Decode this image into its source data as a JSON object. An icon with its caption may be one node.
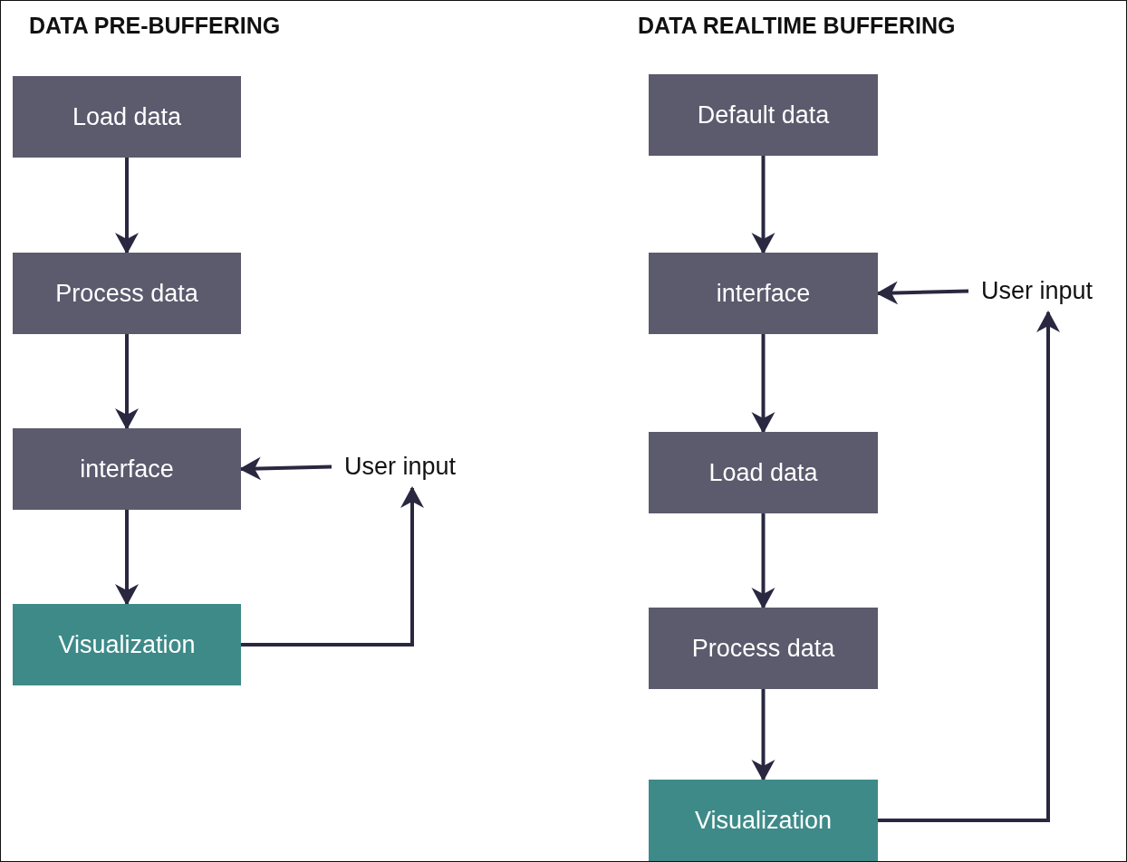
{
  "diagram": {
    "nodes": [
      {
        "text": [
          "Load data"
        ]
      },
      {
        "text": [
          "Process data"
        ]
      },
      {
        "text": [
          "interface"
        ]
      },
      {
        "text": [
          "User input"
        ]
      },
      {
        "text": [
          "Visualization"
        ]
      },
      {
        "text": [
          "Default data"
        ]
      },
      {
        "text": [
          "interface"
        ]
      },
      {
        "text": [
          "User input"
        ]
      },
      {
        "text": [
          "Load data"
        ]
      },
      {
        "text": [
          "Process data"
        ]
      },
      {
        "text": [
          "Visualization"
        ]
      }
    ],
    "edges": [
      {
        "from": 0,
        "to": 1,
        "arrow": "to"
      },
      {
        "from": 1,
        "to": 2,
        "arrow": "to"
      },
      {
        "from": 3,
        "to": 2,
        "arrow": "to"
      },
      {
        "from": 2,
        "to": 4,
        "arrow": "to"
      },
      {
        "from": 4,
        "to": 3,
        "arrow": "to"
      },
      {
        "from": 5,
        "to": 6,
        "arrow": "to"
      },
      {
        "from": 7,
        "to": 6,
        "arrow": "to"
      },
      {
        "from": 6,
        "to": 8,
        "arrow": "to"
      },
      {
        "from": 8,
        "to": 9,
        "arrow": "to"
      },
      {
        "from": 9,
        "to": 10,
        "arrow": "to"
      },
      {
        "from": 10,
        "to": 7,
        "arrow": "to"
      }
    ],
    "labels": [
      "DATA PRE-BUFFERING",
      "DATA REALTIME BUFFERING"
    ]
  }
}
